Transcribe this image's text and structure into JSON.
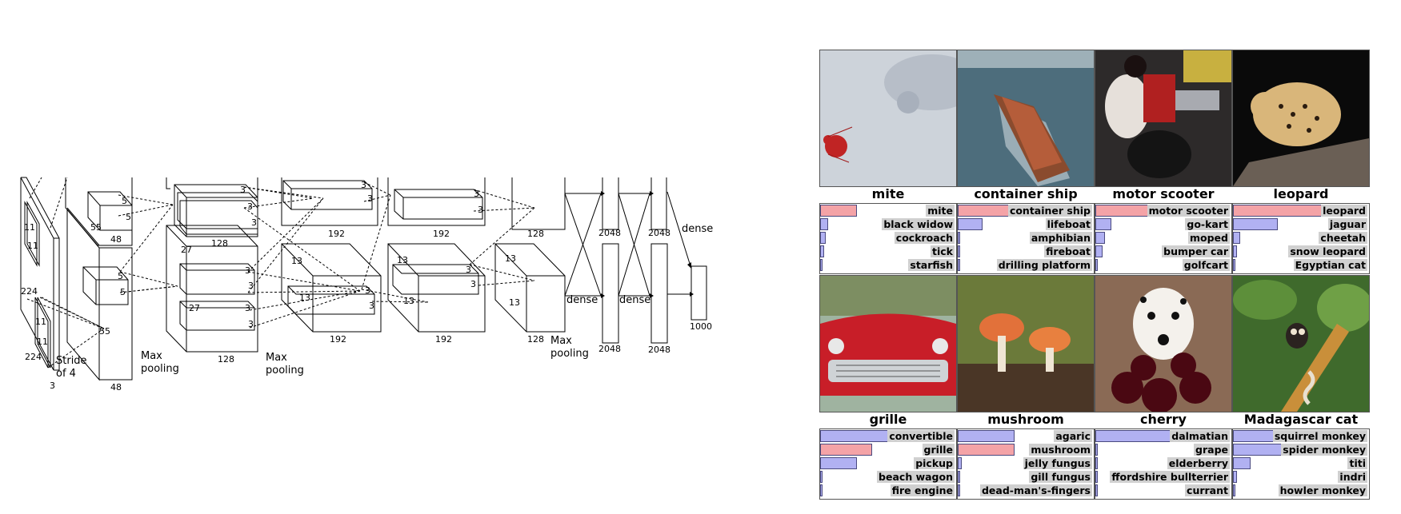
{
  "architecture": {
    "dims": {
      "input_h": "224",
      "input_w": "224",
      "input_d": "3",
      "kernel1_a": "11",
      "kernel1_b": "11",
      "kernel1_c": "11",
      "kernel1_d": "11",
      "stride": "Stride",
      "stride2": "of 4",
      "conv1_size": "55",
      "conv1_size_b": "55",
      "conv1_depth": "48",
      "kernel2": "5",
      "kernel2_b": "5",
      "kernel2_c": "5",
      "kernel2_d": "5",
      "conv2_size": "27",
      "conv2_size_b": "27",
      "conv2_depth_top": "128",
      "conv2_depth_bot": "128",
      "k3": "3",
      "conv3_size": "13",
      "conv3_size_b": "13",
      "conv3_depth_top": "192",
      "conv3_depth_bot": "192",
      "conv4_size": "13",
      "conv4_size_b": "13",
      "conv4_depth_top": "192",
      "conv4_depth_bot": "192",
      "conv5_size": "13",
      "conv5_size_b": "13",
      "conv5_depth_top": "128",
      "conv5_depth_bot": "128",
      "fc_a": "2048",
      "fc_b": "2048",
      "fc_c": "2048",
      "fc_d": "2048",
      "out": "1000"
    },
    "labels": {
      "max": "Max",
      "pooling": "pooling",
      "dense": "dense"
    }
  },
  "colors": {
    "correct_bar": "#f4a3a7",
    "other_bar": "#b1b1f2",
    "label_bg": "#d0d0d0"
  },
  "examples": [
    {
      "label": "mite",
      "predictions": [
        {
          "name": "mite",
          "score": 0.27,
          "correct": true
        },
        {
          "name": "black widow",
          "score": 0.06,
          "correct": false
        },
        {
          "name": "cockroach",
          "score": 0.04,
          "correct": false
        },
        {
          "name": "tick",
          "score": 0.03,
          "correct": false
        },
        {
          "name": "starfish",
          "score": 0.02,
          "correct": false
        }
      ]
    },
    {
      "label": "container ship",
      "predictions": [
        {
          "name": "container ship",
          "score": 0.98,
          "correct": true
        },
        {
          "name": "lifeboat",
          "score": 0.18,
          "correct": false
        },
        {
          "name": "amphibian",
          "score": 0.02,
          "correct": false
        },
        {
          "name": "fireboat",
          "score": 0.01,
          "correct": false
        },
        {
          "name": "drilling platform",
          "score": 0.01,
          "correct": false
        }
      ]
    },
    {
      "label": "motor scooter",
      "predictions": [
        {
          "name": "motor scooter",
          "score": 0.92,
          "correct": true
        },
        {
          "name": "go-kart",
          "score": 0.12,
          "correct": false
        },
        {
          "name": "moped",
          "score": 0.07,
          "correct": false
        },
        {
          "name": "bumper car",
          "score": 0.05,
          "correct": false
        },
        {
          "name": "golfcart",
          "score": 0.02,
          "correct": false
        }
      ]
    },
    {
      "label": "leopard",
      "predictions": [
        {
          "name": "leopard",
          "score": 0.98,
          "correct": true
        },
        {
          "name": "jaguar",
          "score": 0.33,
          "correct": false
        },
        {
          "name": "cheetah",
          "score": 0.05,
          "correct": false
        },
        {
          "name": "snow leopard",
          "score": 0.03,
          "correct": false
        },
        {
          "name": "Egyptian cat",
          "score": 0.01,
          "correct": false
        }
      ]
    },
    {
      "label": "grille",
      "predictions": [
        {
          "name": "convertible",
          "score": 0.62,
          "correct": false
        },
        {
          "name": "grille",
          "score": 0.38,
          "correct": true
        },
        {
          "name": "pickup",
          "score": 0.27,
          "correct": false
        },
        {
          "name": "beach wagon",
          "score": 0.02,
          "correct": false
        },
        {
          "name": "fire engine",
          "score": 0.02,
          "correct": false
        }
      ]
    },
    {
      "label": "mushroom",
      "predictions": [
        {
          "name": "agaric",
          "score": 0.42,
          "correct": false
        },
        {
          "name": "mushroom",
          "score": 0.42,
          "correct": true
        },
        {
          "name": "jelly fungus",
          "score": 0.03,
          "correct": false
        },
        {
          "name": "gill fungus",
          "score": 0.02,
          "correct": false
        },
        {
          "name": "dead-man's-fingers",
          "score": 0.01,
          "correct": false
        }
      ]
    },
    {
      "label": "cherry",
      "predictions": [
        {
          "name": "dalmatian",
          "score": 0.98,
          "correct": false
        },
        {
          "name": "grape",
          "score": 0.02,
          "correct": false
        },
        {
          "name": "elderberry",
          "score": 0.01,
          "correct": false
        },
        {
          "name": "ffordshire bullterrier",
          "score": 0.01,
          "correct": false
        },
        {
          "name": "currant",
          "score": 0.01,
          "correct": false
        }
      ]
    },
    {
      "label": "Madagascar cat",
      "predictions": [
        {
          "name": "squirrel monkey",
          "score": 0.65,
          "correct": false
        },
        {
          "name": "spider monkey",
          "score": 0.55,
          "correct": false
        },
        {
          "name": "titi",
          "score": 0.13,
          "correct": false
        },
        {
          "name": "indri",
          "score": 0.03,
          "correct": false
        },
        {
          "name": "howler monkey",
          "score": 0.02,
          "correct": false
        }
      ]
    }
  ]
}
